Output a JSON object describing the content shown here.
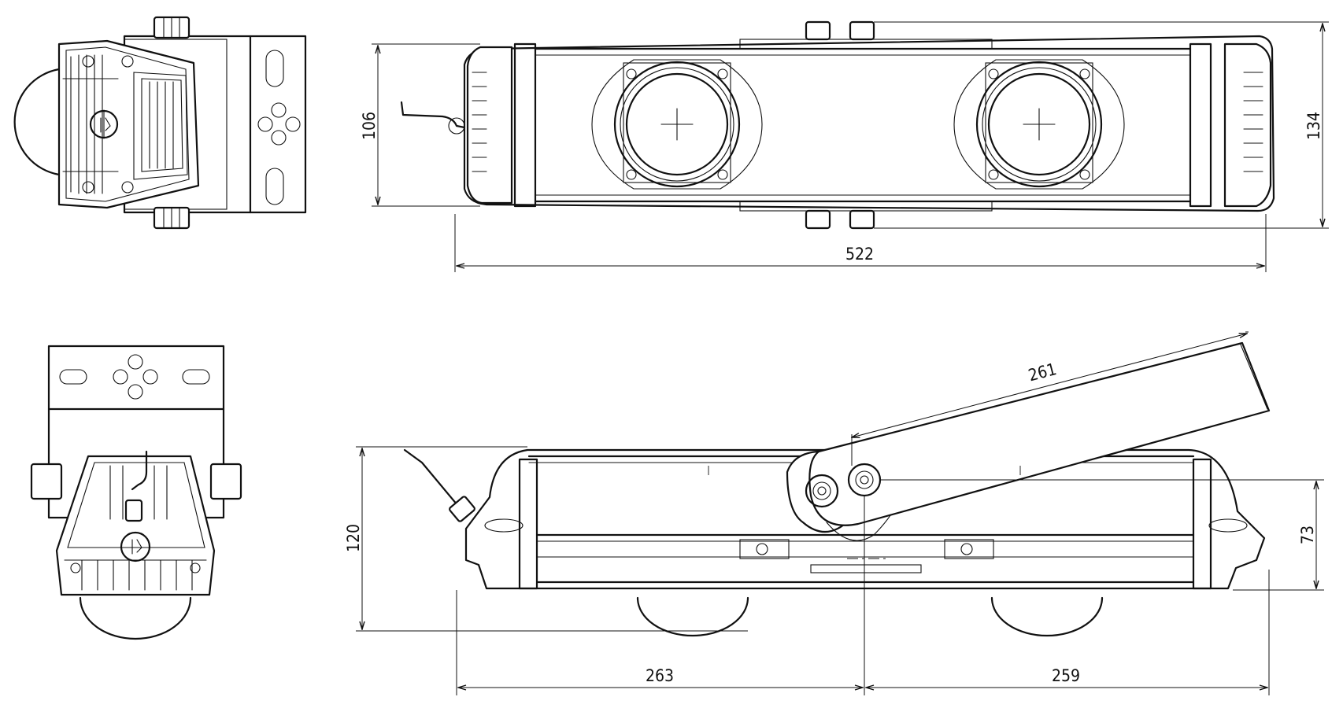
{
  "drawing": {
    "line_color": "#111111",
    "background_color": "#ffffff",
    "dimensions": {
      "overall_length": "522",
      "top_view_height": "134",
      "top_view_inner_height": "106",
      "side_view_height": "120",
      "pivot_height": "73",
      "arm_length": "261",
      "left_span": "263",
      "right_span": "259"
    }
  }
}
